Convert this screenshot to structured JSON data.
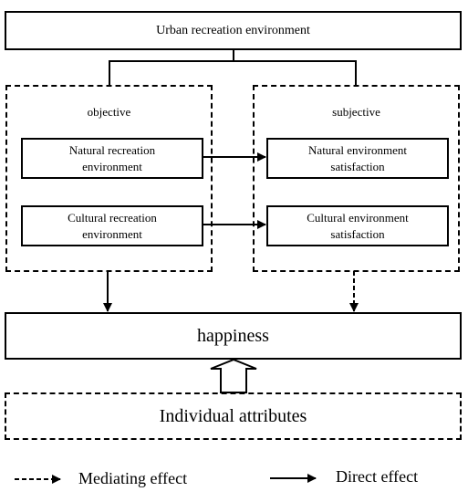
{
  "top": {
    "label": "Urban recreation environment"
  },
  "objective": {
    "title": "objective",
    "items": [
      "Natural recreation environment",
      "Cultural recreation environment"
    ]
  },
  "subjective": {
    "title": "subjective",
    "items": [
      "Natural environment satisfaction",
      "Cultural environment satisfaction"
    ]
  },
  "outcome": {
    "label": "happiness"
  },
  "attributes": {
    "label": "Individual attributes"
  },
  "legend": {
    "mediating": "Mediating effect",
    "direct": "Direct effect"
  }
}
